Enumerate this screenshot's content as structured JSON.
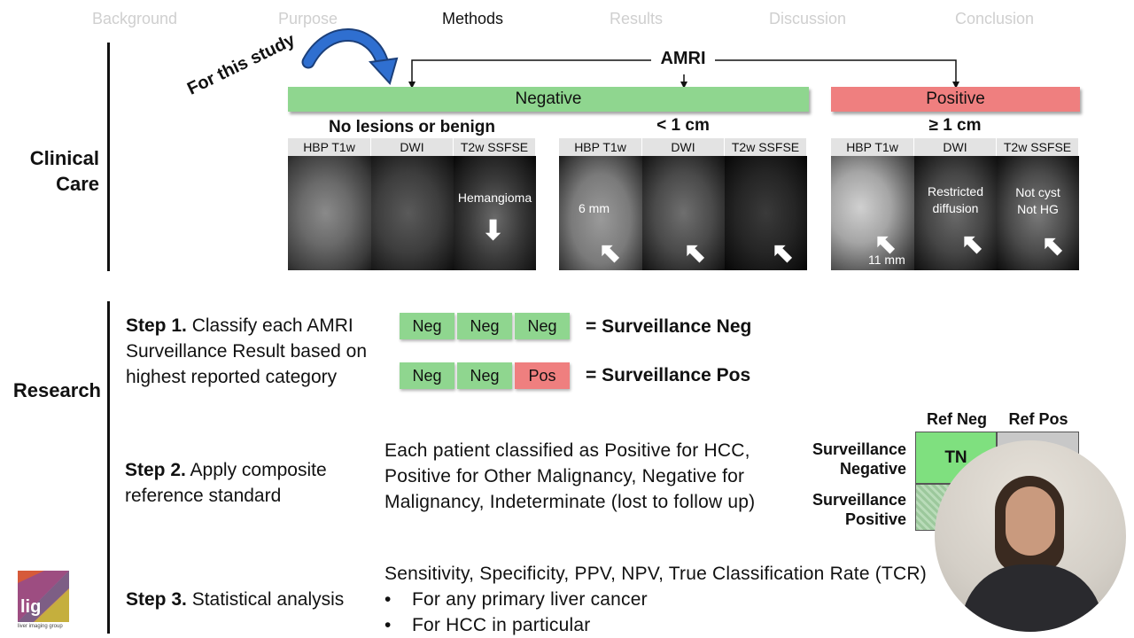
{
  "nav": {
    "items": [
      {
        "label": "Background"
      },
      {
        "label": "Purpose"
      },
      {
        "label": "Methods"
      },
      {
        "label": "Results"
      },
      {
        "label": "Discussion"
      },
      {
        "label": "Conclusion"
      }
    ],
    "active_index": 2
  },
  "sections": {
    "clinical_care_line1": "Clinical",
    "clinical_care_line2": "Care",
    "research": "Research"
  },
  "clinical": {
    "for_this_study": "For this study",
    "amri_label": "AMRI",
    "negative_label": "Negative",
    "positive_label": "Positive",
    "categories": {
      "benign": "No lesions or benign",
      "lt1": "< 1 cm",
      "ge1": "≥ 1 cm"
    },
    "panel_headers": [
      "HBP T1w",
      "DWI",
      "T2w SSFSE"
    ],
    "annotations": {
      "hemangioma": "Hemangioma",
      "six_mm": "6 mm",
      "restricted_1": "Restricted",
      "restricted_2": "diffusion",
      "not_cyst": "Not cyst",
      "not_hg": "Not HG",
      "eleven_mm": "11 mm"
    }
  },
  "research": {
    "step1": {
      "title": "Step 1.",
      "line1": "Classify each AMRI",
      "line2": "Surveillance Result based on",
      "line3": "highest reported category",
      "row1": [
        "Neg",
        "Neg",
        "Neg"
      ],
      "row1_result": "= Surveillance Neg",
      "row2": [
        "Neg",
        "Neg",
        "Pos"
      ],
      "row2_result": "= Surveillance Pos"
    },
    "step2": {
      "title": "Step 2.",
      "line1": "Apply composite",
      "line2": "reference standard",
      "desc1": "Each patient classified as Positive for HCC,",
      "desc2": "Positive for Other Malignancy, Negative for",
      "desc3": "Malignancy, Indeterminate (lost to follow up)"
    },
    "step3": {
      "title": "Step 3.",
      "label": "Statistical analysis",
      "desc": "Sensitivity, Specificity, PPV, NPV, True Classification Rate (TCR)",
      "bullets": [
        "For any primary liver cancer",
        "For HCC in particular"
      ]
    },
    "matrix": {
      "ref_neg": "Ref Neg",
      "ref_pos": "Ref Pos",
      "row1_a": "Surveillance",
      "row1_b": "Negative",
      "row2_a": "Surveillance",
      "row2_b": "Positive",
      "tn": "TN"
    }
  },
  "logo": {
    "text": "lig",
    "subtext": "liver imaging group"
  },
  "colors": {
    "negative": "#8fd68f",
    "positive": "#ef7f7f",
    "arrow_blue": "#2f6fd0"
  }
}
